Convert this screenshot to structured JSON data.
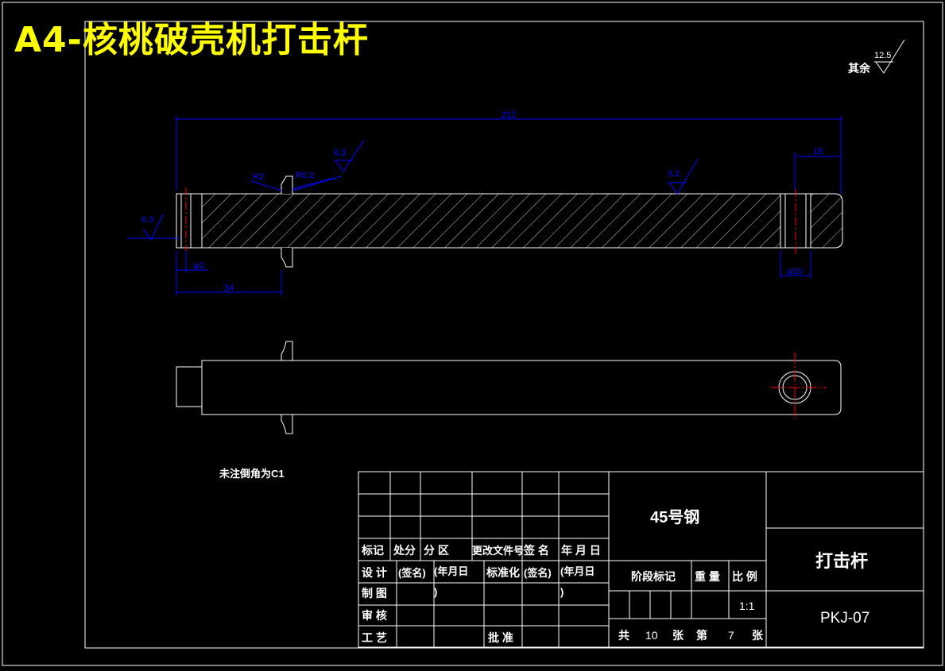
{
  "title": "A4-核桃破壳机打击杆",
  "colors": {
    "background": "#000000",
    "line": "#ffffff",
    "dimension": "#0000ff",
    "centerline": "#ff0000",
    "title": "#ffff00"
  },
  "roughness": {
    "general_label": "其余",
    "general_value": "12.5",
    "left_end": "6.3",
    "shoulder": "6.3",
    "shaft": "3.2"
  },
  "dimensions": {
    "overall_length": "212",
    "right_offset": "15",
    "step_length": "34",
    "left_step": "φ2",
    "hole_diameter": "φ10",
    "radius_a": "R2",
    "radius_b": "R0.2"
  },
  "note": "未注倒角为C1",
  "title_block": {
    "material": "45号钢",
    "part_name": "打击杆",
    "drawing_no": "PKJ-07",
    "headers": {
      "mark": "标记",
      "count": "处分",
      "zone": "分    区",
      "change_doc": "更改文件号",
      "sign": "签  名",
      "date": "年 月 日"
    },
    "rows": {
      "design": "设 计",
      "sign_name": "(签名)",
      "date_split_a": "(年月日",
      "date_split_b": ")",
      "standard": "标准化",
      "sign_name_2": "(签名)",
      "date_split_c": "(年月日",
      "date_split_d": ")",
      "drafting": "制 图",
      "checking": "审 核",
      "process": "工 艺",
      "approve": "批 准"
    },
    "stage_mark": "阶段标记",
    "weight": "重 量",
    "scale_label": "比 例",
    "scale_value": "1:1",
    "sheet_total_label": "共",
    "sheet_total": "10",
    "sheet_unit": "张",
    "sheet_no_label": "第",
    "sheet_no": "7",
    "sheet_no_unit": "张"
  }
}
